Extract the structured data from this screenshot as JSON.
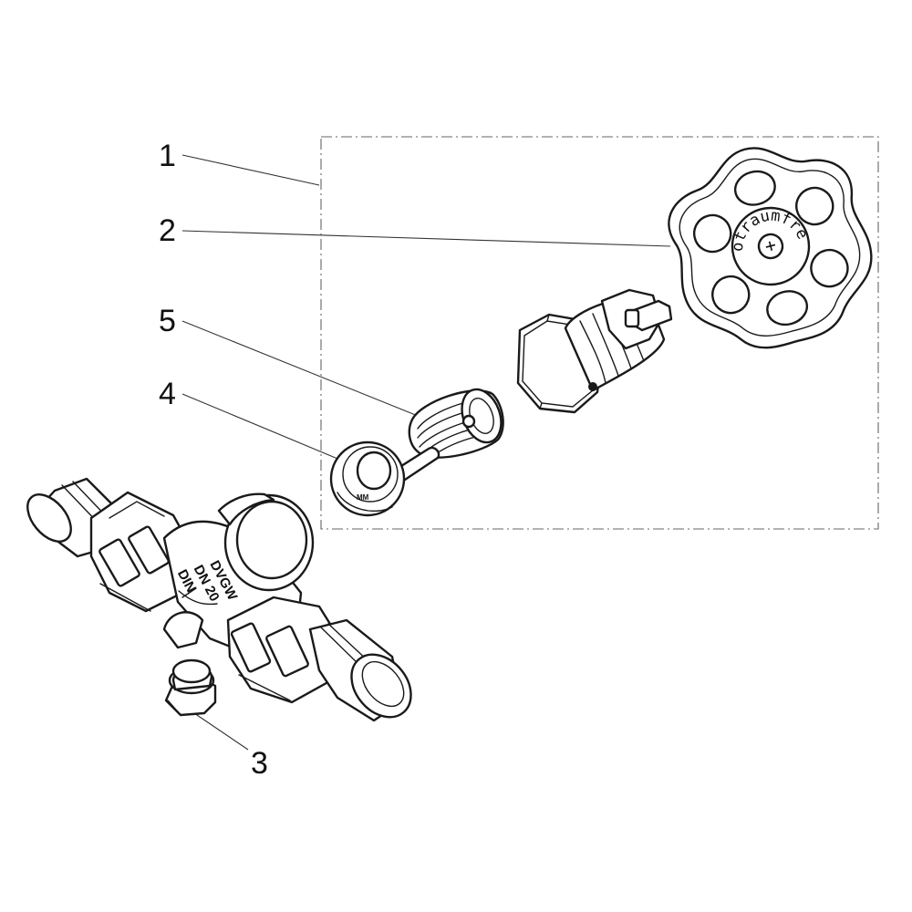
{
  "callouts": [
    {
      "id": "1",
      "label": "1"
    },
    {
      "id": "2",
      "label": "2"
    },
    {
      "id": "3",
      "label": "3"
    },
    {
      "id": "4",
      "label": "4"
    },
    {
      "id": "5",
      "label": "5"
    }
  ],
  "markings": {
    "handwheel_text": "otraumfre",
    "handwheel_center": "+",
    "body_line1": "DVGW",
    "body_line2": "DN 20",
    "body_line3": "DIN",
    "seal_mark": "MM"
  }
}
